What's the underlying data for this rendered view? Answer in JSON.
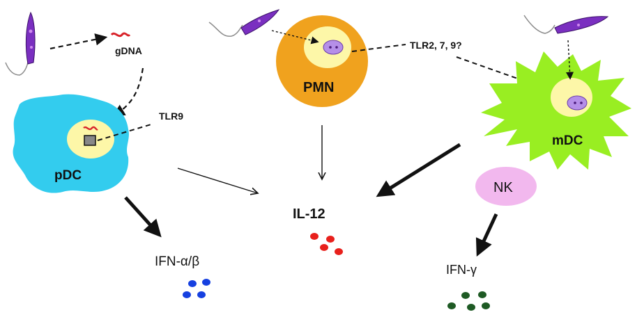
{
  "labels": {
    "gdna": "gDNA",
    "tlr9": "TLR9",
    "tlr2_7_9": "TLR2, 7, 9?",
    "pdc": "pDC",
    "pmn": "PMN",
    "mdc": "mDC",
    "nk": "NK",
    "il12": "IL-12",
    "ifn_ab": "IFN-α/β",
    "ifn_g": "IFN-γ"
  },
  "colors": {
    "pdc": "#33ccee",
    "pmn": "#f0a21e",
    "mdc": "#99ee22",
    "nk": "#f2b8ee",
    "nucleus": "#fdf7a8",
    "parasite": "#8a3cc8",
    "parasite_in_cell": "#b58fe8",
    "gdna": "#d8232a",
    "il12_dots": "#e8201c",
    "ifn_ab_dots": "#1640e0",
    "ifn_g_dots": "#1e5a24",
    "arrows": "#111111"
  },
  "icons": [
    "parasite-icon",
    "dna-fragment-icon",
    "tlr-receptor-icon"
  ]
}
